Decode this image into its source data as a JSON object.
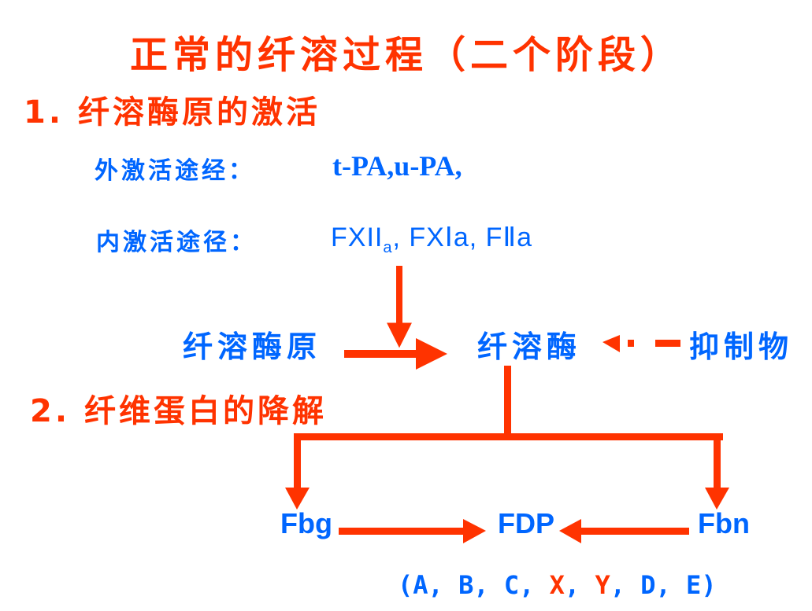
{
  "colors": {
    "heading": "#ff3300",
    "text": "#0066ff",
    "arrow": "#ff3300"
  },
  "title": "正常的纤溶过程（二个阶段）",
  "section1": {
    "heading": "1. 纤溶酶原的激活",
    "extrinsic": {
      "label": "外激活途经：",
      "value": "t-PA,u-PA,"
    },
    "intrinsic": {
      "label": "内激活途径：",
      "value_main": "FXII",
      "value_sub": "a",
      "value_rest": ", FXⅠa,  FⅡa"
    }
  },
  "pathway": {
    "source": "纤溶酶原",
    "enzyme": "纤溶酶",
    "inhibitor": "抑制物"
  },
  "section2": {
    "heading": "2. 纤维蛋白的降解",
    "substrates": [
      "Fbg",
      "Fbn"
    ],
    "product": "FDP",
    "fragments": [
      {
        "label": "A",
        "highlight": false
      },
      {
        "label": "B",
        "highlight": false
      },
      {
        "label": "C",
        "highlight": false
      },
      {
        "label": "X",
        "highlight": true
      },
      {
        "label": "Y",
        "highlight": true
      },
      {
        "label": "D",
        "highlight": false
      },
      {
        "label": "E",
        "highlight": false
      }
    ]
  }
}
